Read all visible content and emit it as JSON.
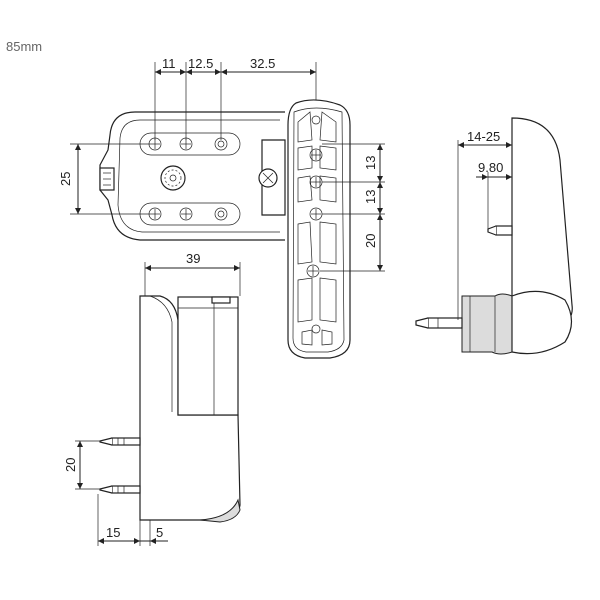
{
  "title": "85mm",
  "dims": {
    "d11": "11",
    "d12_5": "12.5",
    "d32_5": "32.5",
    "d25": "25",
    "d13a": "13",
    "d13b": "13",
    "d20_right": "20",
    "d39": "39",
    "d20_left": "20",
    "d15": "15",
    "d5": "5",
    "d14_25": "14-25",
    "d9_80": "9.80"
  },
  "colors": {
    "line": "#222222",
    "shade": "#dcdcdc",
    "background": "#ffffff"
  }
}
